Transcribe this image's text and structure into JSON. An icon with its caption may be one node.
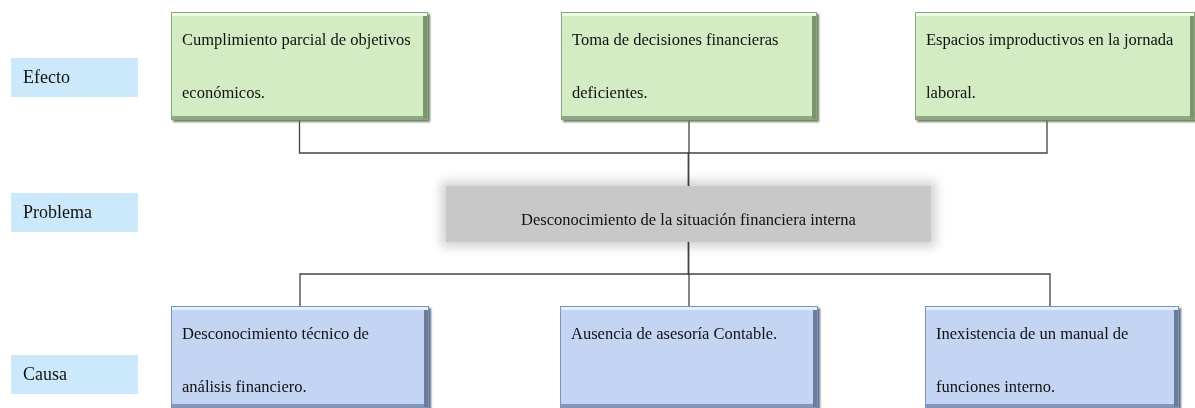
{
  "diagram": {
    "nodes": [
      {
        "text": [
          "Efecto"
        ]
      },
      {
        "text": [
          "Cumplimiento parcial de objetivos económicos."
        ]
      },
      {
        "text": [
          "Toma de decisiones financieras deficientes."
        ]
      },
      {
        "text": [
          "Espacios improductivos en la jornada laboral."
        ]
      },
      {
        "text": [
          "Problema"
        ]
      },
      {
        "text": [
          "Desconocimiento de la situación financiera interna"
        ]
      },
      {
        "text": [
          "Causa"
        ]
      },
      {
        "text": [
          "Desconocimiento técnico de análisis financiero."
        ]
      },
      {
        "text": [
          "Ausencia de asesoría Contable."
        ]
      },
      {
        "text": [
          "Inexistencia de un manual de funciones interno."
        ]
      }
    ],
    "edges": [
      {
        "from": 1,
        "to": 5,
        "arrow": "none"
      },
      {
        "from": 2,
        "to": 5,
        "arrow": "none"
      },
      {
        "from": 3,
        "to": 5,
        "arrow": "none"
      },
      {
        "from": 5,
        "to": 7,
        "arrow": "none"
      },
      {
        "from": 5,
        "to": 8,
        "arrow": "none"
      },
      {
        "from": 5,
        "to": 9,
        "arrow": "none"
      }
    ]
  }
}
